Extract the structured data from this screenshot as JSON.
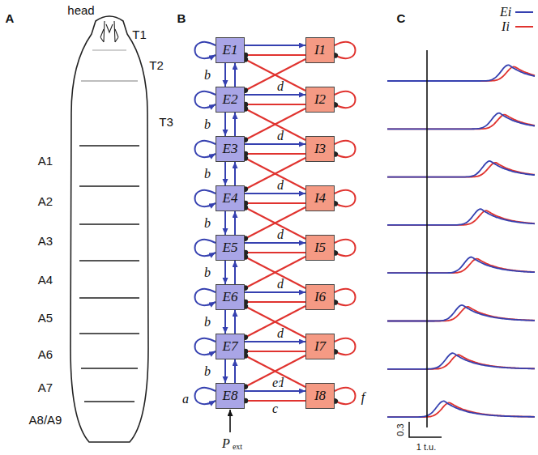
{
  "diagram": {
    "nodes": [
      {
        "text": [
          "E1"
        ]
      },
      {
        "text": [
          "I1"
        ]
      },
      {
        "text": [
          "E2"
        ]
      },
      {
        "text": [
          "I2"
        ]
      },
      {
        "text": [
          "E3"
        ]
      },
      {
        "text": [
          "I3"
        ]
      },
      {
        "text": [
          "E4"
        ]
      },
      {
        "text": [
          "I4"
        ]
      },
      {
        "text": [
          "E5"
        ]
      },
      {
        "text": [
          "I5"
        ]
      },
      {
        "text": [
          "E6"
        ]
      },
      {
        "text": [
          "I6"
        ]
      },
      {
        "text": [
          "E7"
        ]
      },
      {
        "text": [
          "I7"
        ]
      },
      {
        "text": [
          "E8"
        ]
      },
      {
        "text": [
          "I8"
        ]
      }
    ],
    "edges": [
      {
        "from": 0,
        "to": 1,
        "arrow": "to"
      },
      {
        "from": 2,
        "to": 3,
        "arrow": "to"
      },
      {
        "from": 4,
        "to": 5,
        "arrow": "to"
      },
      {
        "from": 6,
        "to": 7,
        "arrow": "to"
      },
      {
        "from": 8,
        "to": 9,
        "arrow": "to"
      },
      {
        "from": 10,
        "to": 11,
        "arrow": "to"
      },
      {
        "from": 12,
        "to": 13,
        "arrow": "to"
      },
      {
        "from": 14,
        "to": 15,
        "arrow": "to",
        "label": "e"
      },
      {
        "from": 1,
        "to": 0,
        "arrow": "to"
      },
      {
        "from": 3,
        "to": 2,
        "arrow": "to"
      },
      {
        "from": 5,
        "to": 4,
        "arrow": "to"
      },
      {
        "from": 7,
        "to": 6,
        "arrow": "to"
      },
      {
        "from": 9,
        "to": 8,
        "arrow": "to"
      },
      {
        "from": 11,
        "to": 10,
        "arrow": "to"
      },
      {
        "from": 13,
        "to": 12,
        "arrow": "to"
      },
      {
        "from": 15,
        "to": 14,
        "arrow": "to",
        "label": "c"
      },
      {
        "from": 0,
        "to": 2,
        "arrow": "to"
      },
      {
        "from": 2,
        "to": 4,
        "arrow": "to"
      },
      {
        "from": 4,
        "to": 6,
        "arrow": "to"
      },
      {
        "from": 6,
        "to": 8,
        "arrow": "to"
      },
      {
        "from": 8,
        "to": 10,
        "arrow": "to"
      },
      {
        "from": 10,
        "to": 12,
        "arrow": "to"
      },
      {
        "from": 12,
        "to": 14,
        "arrow": "to"
      },
      {
        "from": 2,
        "to": 0,
        "arrow": "to"
      },
      {
        "from": 4,
        "to": 2,
        "arrow": "to"
      },
      {
        "from": 6,
        "to": 4,
        "arrow": "to"
      },
      {
        "from": 8,
        "to": 6,
        "arrow": "to"
      },
      {
        "from": 10,
        "to": 8,
        "arrow": "to"
      },
      {
        "from": 12,
        "to": 10,
        "arrow": "to"
      },
      {
        "from": 14,
        "to": 12,
        "arrow": "to"
      },
      {
        "from": 1,
        "to": 2,
        "arrow": "to"
      },
      {
        "from": 3,
        "to": 4,
        "arrow": "to"
      },
      {
        "from": 5,
        "to": 6,
        "arrow": "to"
      },
      {
        "from": 7,
        "to": 8,
        "arrow": "to"
      },
      {
        "from": 9,
        "to": 10,
        "arrow": "to"
      },
      {
        "from": 11,
        "to": 12,
        "arrow": "to"
      },
      {
        "from": 13,
        "to": 14,
        "arrow": "to"
      },
      {
        "from": 3,
        "to": 0,
        "arrow": "to"
      },
      {
        "from": 5,
        "to": 2,
        "arrow": "to"
      },
      {
        "from": 7,
        "to": 4,
        "arrow": "to"
      },
      {
        "from": 9,
        "to": 6,
        "arrow": "to"
      },
      {
        "from": 11,
        "to": 8,
        "arrow": "to"
      },
      {
        "from": 13,
        "to": 10,
        "arrow": "to"
      },
      {
        "from": 15,
        "to": 12,
        "arrow": "to"
      }
    ],
    "labels": [
      "A",
      "head",
      "T1",
      "T2",
      "T3",
      "A1",
      "A2",
      "A3",
      "A4",
      "A5",
      "A6",
      "A7",
      "A8/A9",
      "B",
      "b",
      "b",
      "b",
      "b",
      "b",
      "b",
      "b",
      "d",
      "d",
      "d",
      "d",
      "d",
      "d",
      "d",
      "a",
      "f",
      "P",
      "ext",
      "C",
      "0.3",
      "1 t.u."
    ],
    "legend": [
      {
        "text": "Ei"
      },
      {
        "text": "Ii"
      }
    ]
  }
}
